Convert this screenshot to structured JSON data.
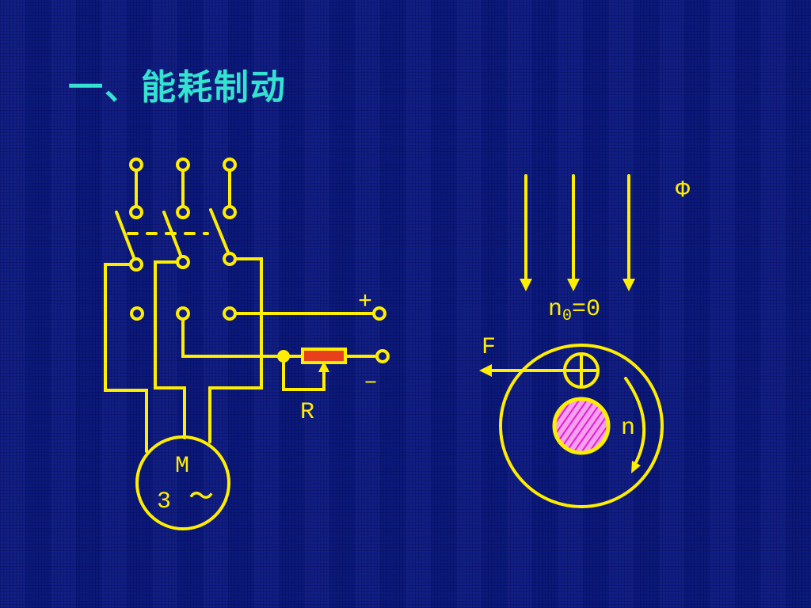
{
  "slide": {
    "title": "一、能耗制动"
  },
  "colors": {
    "background": "#0c1a82",
    "line": "#ffee00",
    "title": "#33e3d0",
    "resistor_fill": "#e8401c",
    "rotor_hatch": "#e01fd0",
    "rotor_base": "#f7a0f0"
  },
  "circuit": {
    "plus_label": "+",
    "minus_label": "–",
    "resistor_label": "R",
    "motor": {
      "label": "M",
      "phases": "3",
      "symbol": "～"
    }
  },
  "motor_diagram": {
    "flux_label": "Φ",
    "speed": {
      "base": "n",
      "subscript": "0",
      "rest": "=0"
    },
    "force_label": "F",
    "rotation_label": "n"
  }
}
